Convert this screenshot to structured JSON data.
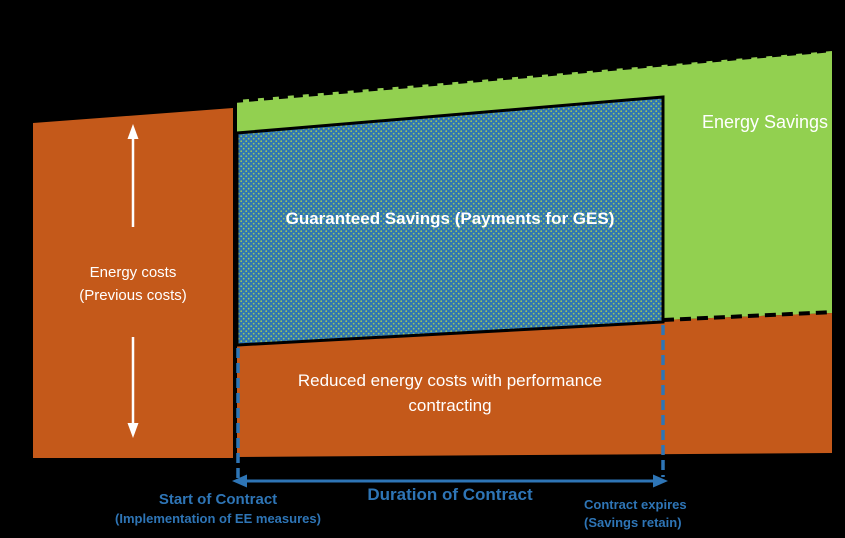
{
  "colors": {
    "bg": "#000000",
    "orange": "#C4591A",
    "green": "#92D050",
    "blue-fill": "#2E74B5",
    "blue-dot": "#9DC75B",
    "accent-blue": "#2E75B6",
    "line-black": "#000000",
    "text-white": "#FFFFFF"
  },
  "regions": {
    "previous_costs": {
      "line1": "Energy costs",
      "line2": "(Previous costs)"
    },
    "guaranteed_savings": {
      "label": "Guaranteed Savings (Payments for GES)"
    },
    "energy_savings": {
      "label": "Energy Savings"
    },
    "reduced_costs": {
      "line1": "Reduced energy costs with performance",
      "line2": "contracting"
    }
  },
  "timeline": {
    "start": {
      "title": "Start of Contract",
      "subtitle": "(Implementation of EE measures)"
    },
    "duration": {
      "title": "Duration of Contract"
    },
    "end": {
      "title": "Contract expires",
      "subtitle": "(Savings retain)"
    }
  }
}
